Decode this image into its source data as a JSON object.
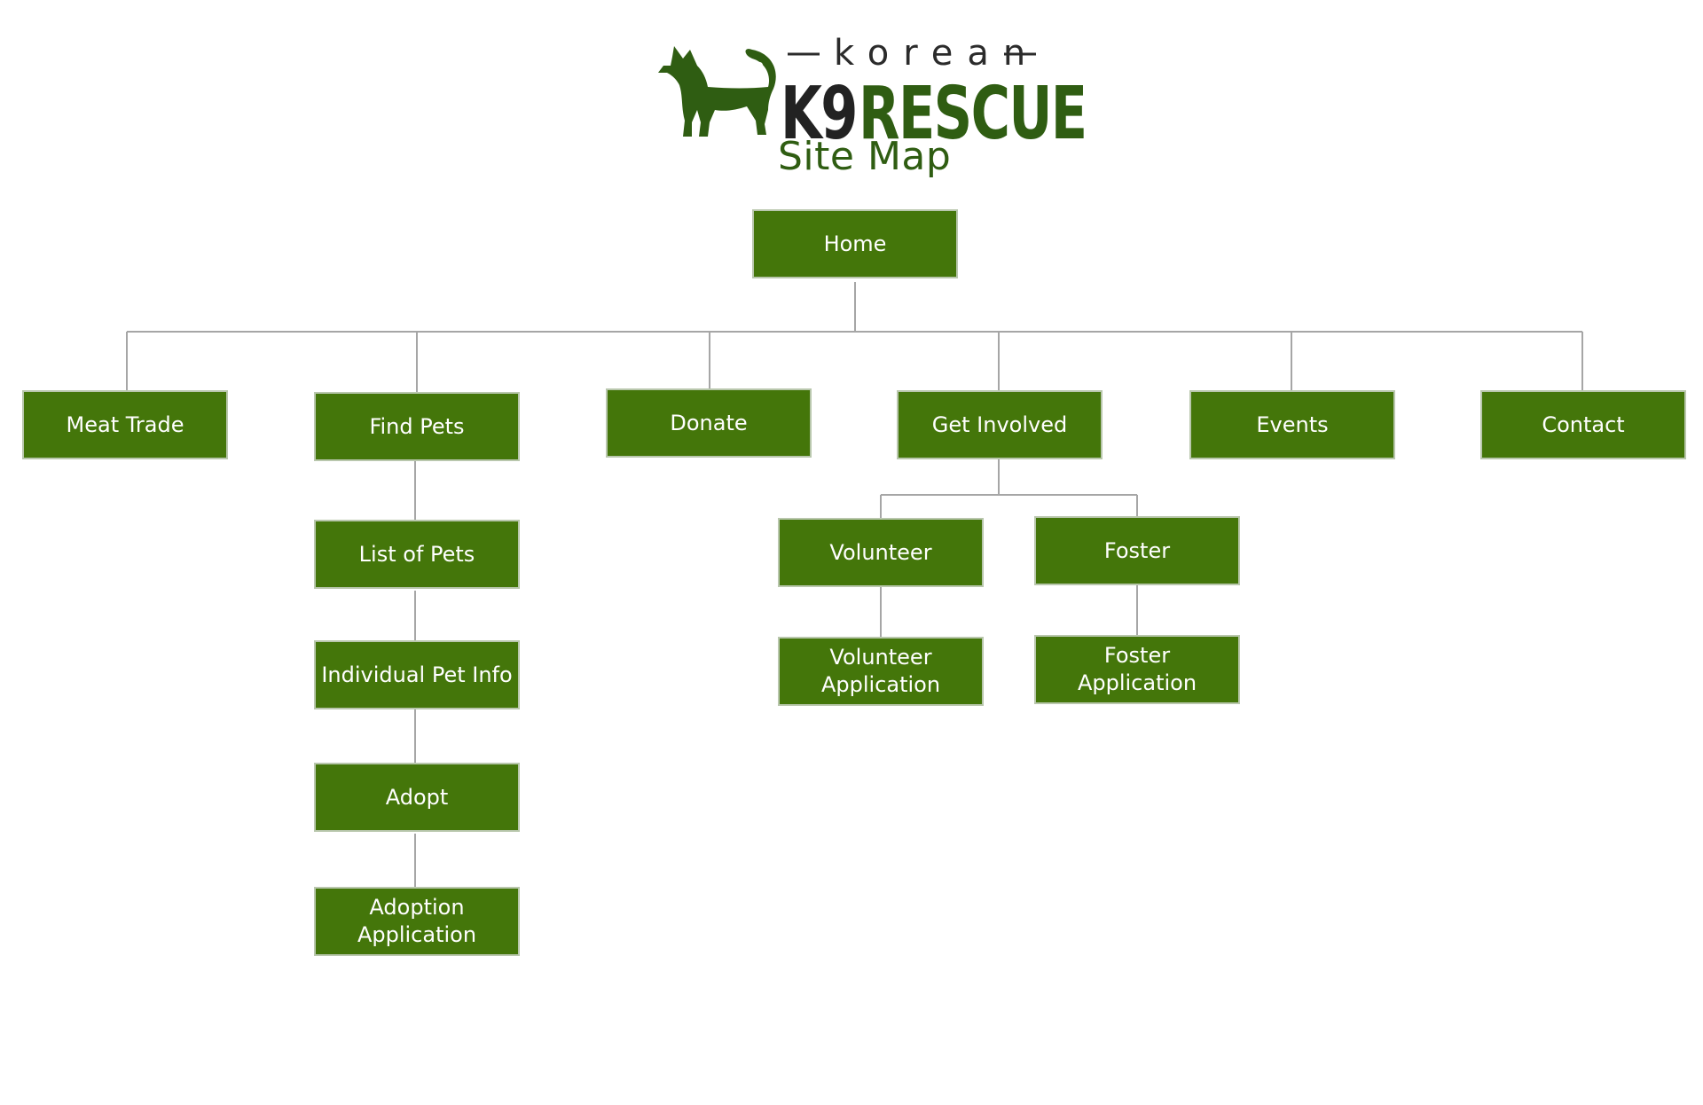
{
  "header": {
    "logo_small": "korean",
    "logo_k9": "K9",
    "logo_rescue": "RESCUE",
    "subtitle": "Site Map"
  },
  "colors": {
    "node_fill": "#44760a",
    "brand_green": "#2f5d12",
    "connector": "#a6a6a6"
  },
  "nodes": {
    "home": "Home",
    "meat_trade": "Meat Trade",
    "find_pets": "Find Pets",
    "donate": "Donate",
    "get_involved": "Get Involved",
    "events": "Events",
    "contact": "Contact",
    "list_of_pets": "List of Pets",
    "individual_pet_info": "Individual Pet Info",
    "adopt": "Adopt",
    "adoption_application": "Adoption\nApplication",
    "volunteer": "Volunteer",
    "foster": "Foster",
    "volunteer_application": "Volunteer\nApplication",
    "foster_application": "Foster\nApplication"
  }
}
